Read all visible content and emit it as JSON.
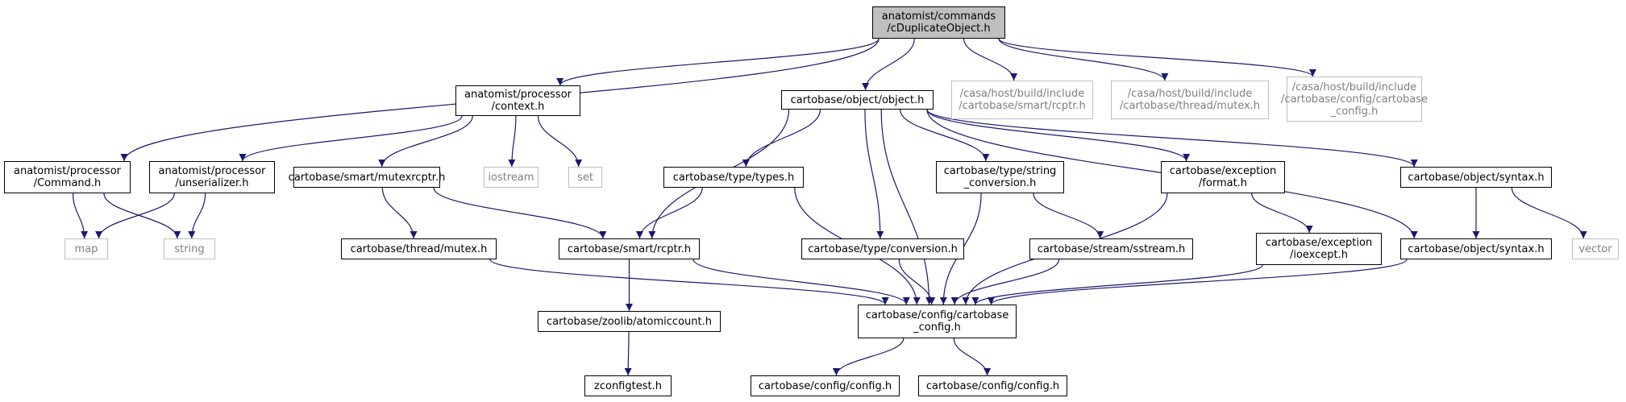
{
  "nodes": [
    {
      "id": "root",
      "label": "anatomist/commands\n/cDuplicateObject.h",
      "style": "root"
    },
    {
      "id": "context",
      "label": "anatomist/processor\n/context.h",
      "style": "normal"
    },
    {
      "id": "object",
      "label": "cartobase/object/object.h",
      "style": "normal"
    },
    {
      "id": "ext_rcptr",
      "label": "/casa/host/build/include\n/cartobase/smart/rcptr.h",
      "style": "ext"
    },
    {
      "id": "ext_mutex",
      "label": "/casa/host/build/include\n/cartobase/thread/mutex.h",
      "style": "ext"
    },
    {
      "id": "ext_config",
      "label": "/casa/host/build/include\n/cartobase/config/cartobase\n_config.h",
      "style": "ext"
    },
    {
      "id": "command",
      "label": "anatomist/processor\n/Command.h",
      "style": "normal"
    },
    {
      "id": "unserializer",
      "label": "anatomist/processor\n/unserializer.h",
      "style": "normal"
    },
    {
      "id": "mutexrcptr",
      "label": "cartobase/smart/mutexrcptr.h",
      "style": "normal"
    },
    {
      "id": "iostream",
      "label": "iostream",
      "style": "ext"
    },
    {
      "id": "set",
      "label": "set",
      "style": "ext"
    },
    {
      "id": "types",
      "label": "cartobase/type/types.h",
      "style": "normal"
    },
    {
      "id": "strconv",
      "label": "cartobase/type/string\n_conversion.h",
      "style": "normal"
    },
    {
      "id": "format",
      "label": "cartobase/exception\n/format.h",
      "style": "normal"
    },
    {
      "id": "syntax1",
      "label": "cartobase/object/syntax.h",
      "style": "normal"
    },
    {
      "id": "map",
      "label": "map",
      "style": "ext"
    },
    {
      "id": "string",
      "label": "string",
      "style": "ext"
    },
    {
      "id": "thrmutex",
      "label": "cartobase/thread/mutex.h",
      "style": "normal"
    },
    {
      "id": "rcptr",
      "label": "cartobase/smart/rcptr.h",
      "style": "normal"
    },
    {
      "id": "conversion",
      "label": "cartobase/type/conversion.h",
      "style": "normal"
    },
    {
      "id": "sstream",
      "label": "cartobase/stream/sstream.h",
      "style": "normal"
    },
    {
      "id": "ioexcept",
      "label": "cartobase/exception\n/ioexcept.h",
      "style": "normal"
    },
    {
      "id": "syntax2",
      "label": "cartobase/object/syntax.h",
      "style": "normal"
    },
    {
      "id": "vector",
      "label": "vector",
      "style": "ext"
    },
    {
      "id": "cbconfig",
      "label": "cartobase/config/cartobase\n_config.h",
      "style": "normal"
    },
    {
      "id": "atomic",
      "label": "cartobase/zoolib/atomiccount.h",
      "style": "normal"
    },
    {
      "id": "zconfig",
      "label": "zconfigtest.h",
      "style": "normal"
    },
    {
      "id": "config1",
      "label": "cartobase/config/config.h",
      "style": "normal"
    },
    {
      "id": "config2",
      "label": "cartobase/config/config.h",
      "style": "normal"
    }
  ],
  "edges": [
    [
      "root",
      "context"
    ],
    [
      "root",
      "object"
    ],
    [
      "root",
      "ext_rcptr"
    ],
    [
      "root",
      "ext_mutex"
    ],
    [
      "root",
      "ext_config"
    ],
    [
      "root",
      "command"
    ],
    [
      "context",
      "unserializer"
    ],
    [
      "context",
      "mutexrcptr"
    ],
    [
      "context",
      "iostream"
    ],
    [
      "context",
      "set"
    ],
    [
      "object",
      "rcptr"
    ],
    [
      "object",
      "types"
    ],
    [
      "object",
      "cbconfig"
    ],
    [
      "object",
      "conversion"
    ],
    [
      "object",
      "strconv"
    ],
    [
      "object",
      "format"
    ],
    [
      "object",
      "syntax2"
    ],
    [
      "object",
      "syntax1"
    ],
    [
      "command",
      "map"
    ],
    [
      "command",
      "string"
    ],
    [
      "unserializer",
      "map"
    ],
    [
      "unserializer",
      "string"
    ],
    [
      "mutexrcptr",
      "thrmutex"
    ],
    [
      "mutexrcptr",
      "rcptr"
    ],
    [
      "types",
      "rcptr"
    ],
    [
      "types",
      "cbconfig"
    ],
    [
      "strconv",
      "sstream"
    ],
    [
      "strconv",
      "cbconfig"
    ],
    [
      "format",
      "ioexcept"
    ],
    [
      "format",
      "cbconfig"
    ],
    [
      "syntax1",
      "syntax2"
    ],
    [
      "syntax1",
      "vector"
    ],
    [
      "thrmutex",
      "cbconfig"
    ],
    [
      "rcptr",
      "atomic"
    ],
    [
      "rcptr",
      "cbconfig"
    ],
    [
      "conversion",
      "cbconfig"
    ],
    [
      "sstream",
      "cbconfig"
    ],
    [
      "ioexcept",
      "cbconfig"
    ],
    [
      "syntax2",
      "cbconfig"
    ],
    [
      "atomic",
      "zconfig"
    ],
    [
      "cbconfig",
      "config1"
    ],
    [
      "cbconfig",
      "config2"
    ]
  ]
}
